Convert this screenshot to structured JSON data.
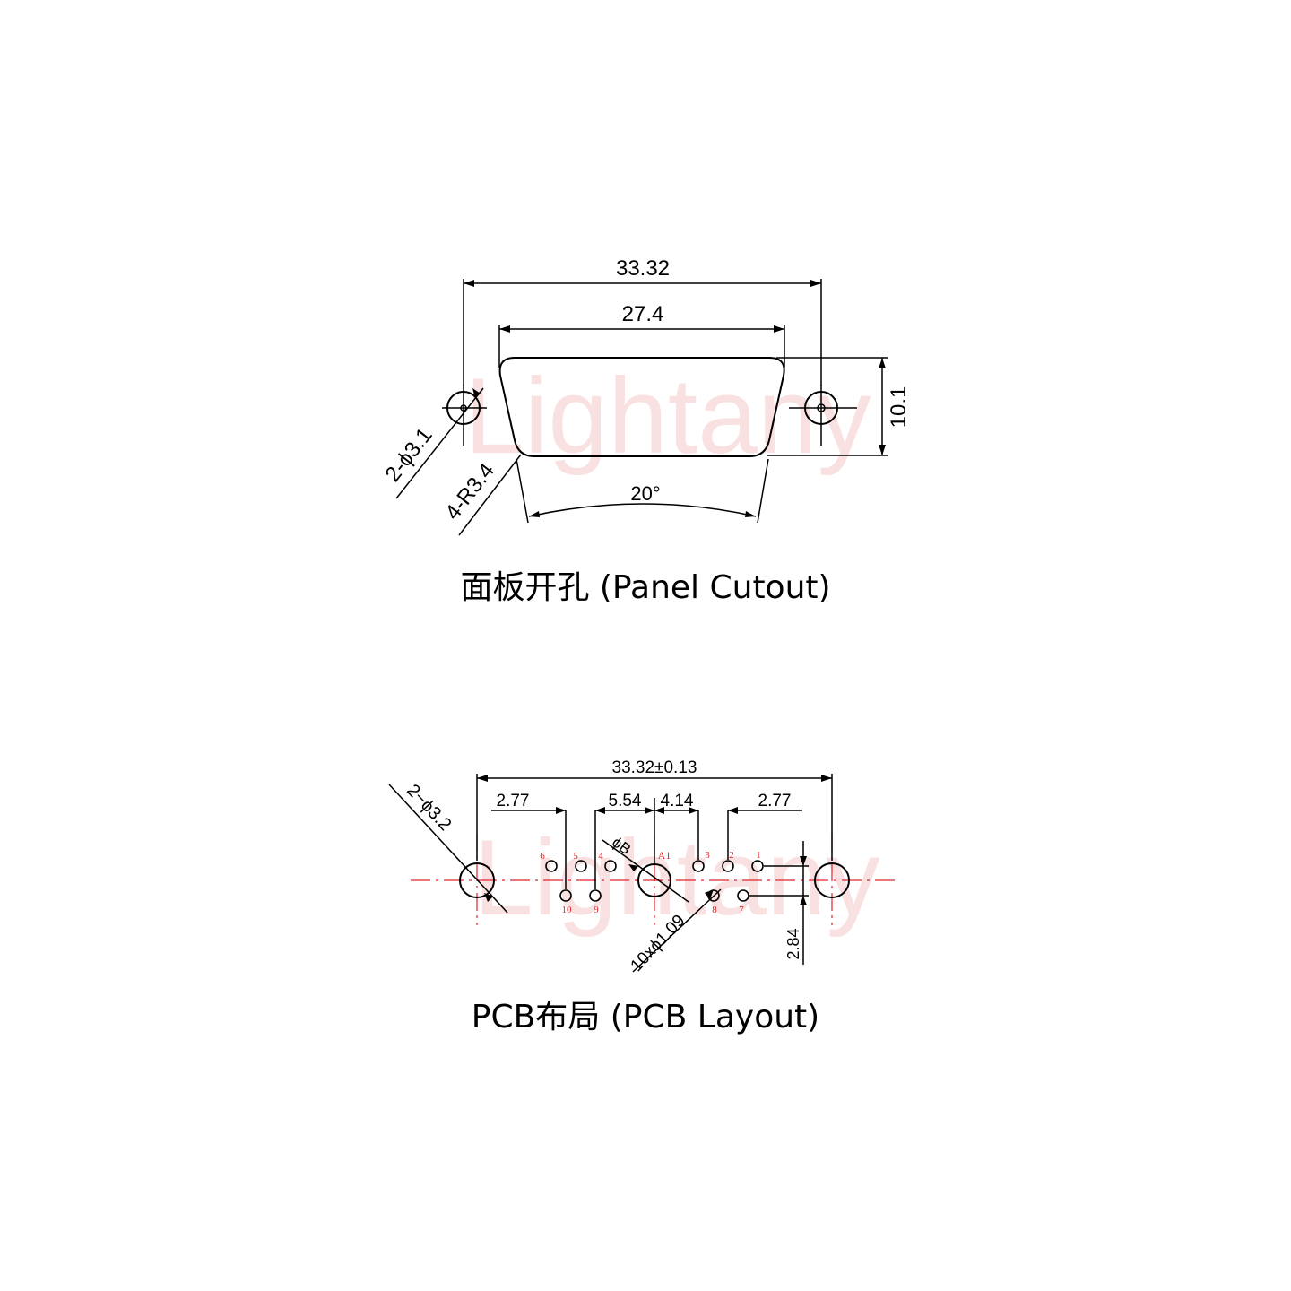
{
  "watermark": "Lightany",
  "panel": {
    "caption": "面板开孔 (Panel Cutout)",
    "dim_overall": "33.32",
    "dim_inner": "27.4",
    "dim_height": "10.1",
    "dim_hole": "2-ϕ3.1",
    "dim_radius": "4-R3.4",
    "dim_angle": "20°"
  },
  "pcb": {
    "caption": "PCB布局 (PCB Layout)",
    "dim_overall": "33.32±0.13",
    "dim_left": "2.77",
    "dim_mid_left": "5.54",
    "dim_mid_right": "4.14",
    "dim_right": "2.77",
    "dim_mount": "2−ϕ3.2",
    "dim_pin": "10xϕ1.09",
    "dim_coax": "ϕB",
    "dim_row": "2.84",
    "pin_labels": [
      "1",
      "2",
      "3",
      "4",
      "5",
      "6",
      "7",
      "8",
      "9",
      "10",
      "A1"
    ]
  },
  "colors": {
    "line": "#000000",
    "center_line": "#e0242a",
    "pin_label": "#e0242a"
  }
}
